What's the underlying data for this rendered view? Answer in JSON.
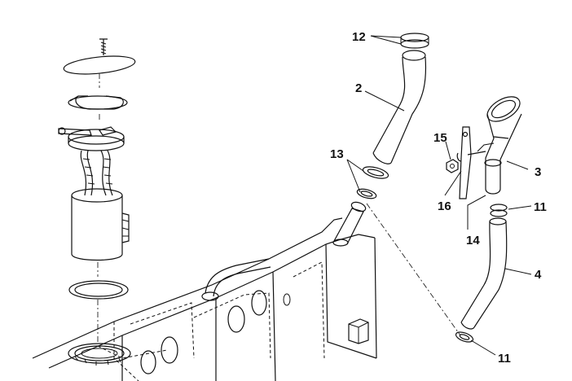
{
  "labels": {
    "l2": "2",
    "l3": "3",
    "l4": "4",
    "l11a": "11",
    "l11b": "11",
    "l12": "12",
    "l13": "13",
    "l14": "14",
    "l15": "15",
    "l16": "16"
  }
}
